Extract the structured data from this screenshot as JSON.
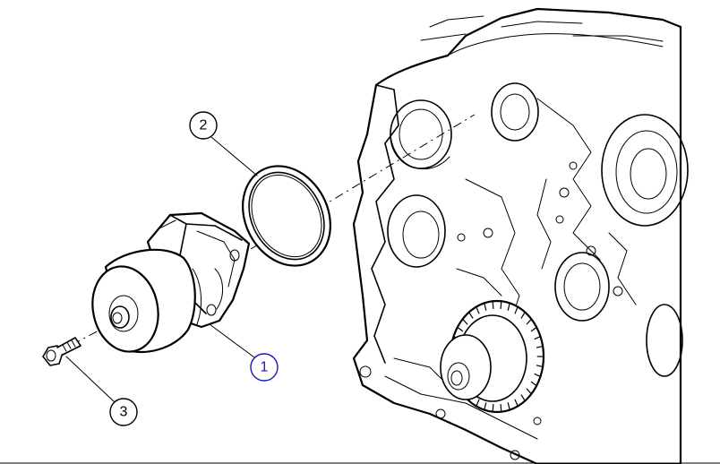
{
  "callouts": [
    {
      "id": "water-pump",
      "label": "1",
      "color": "#1a1ab4"
    },
    {
      "id": "gasket",
      "label": "2",
      "color": "#000000"
    },
    {
      "id": "bolt",
      "label": "3",
      "color": "#000000"
    }
  ],
  "colors": {
    "line": "#000000",
    "background": "#ffffff",
    "highlight_callout": "#1a1ab4",
    "bottom_rule": "#000000"
  }
}
